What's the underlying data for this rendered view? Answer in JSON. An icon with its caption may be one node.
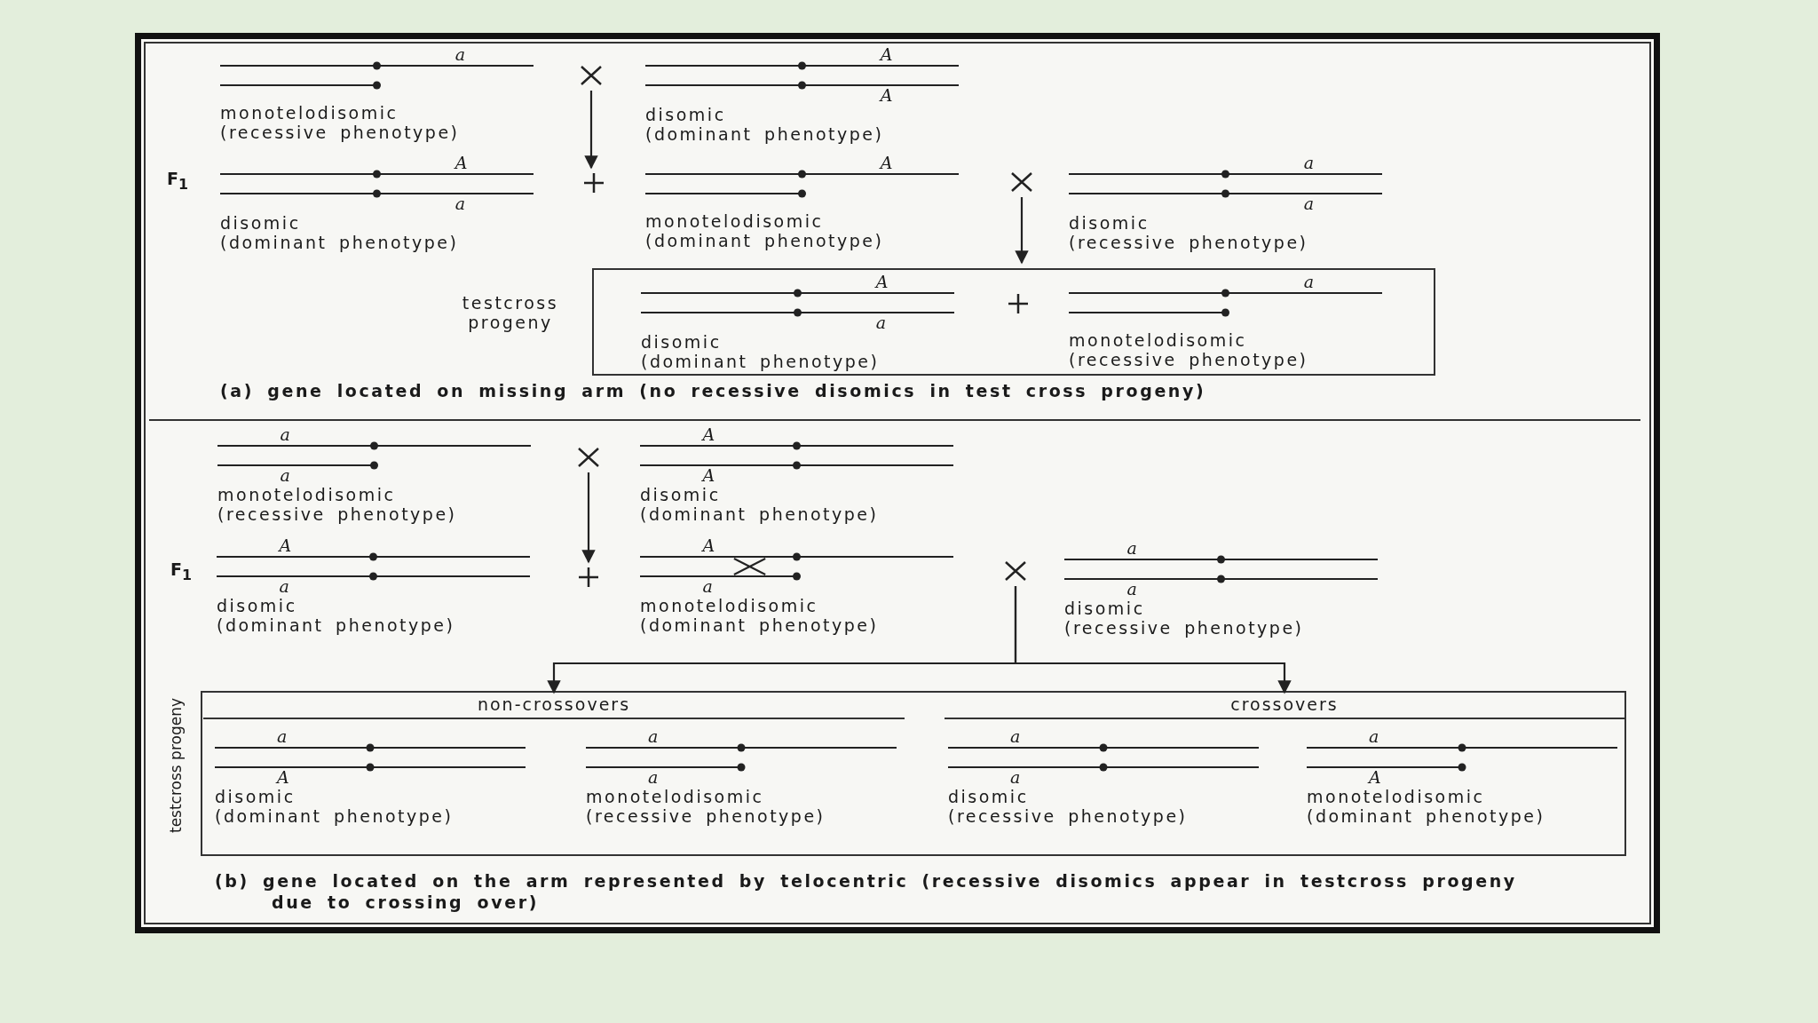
{
  "diagram": {
    "nodes": [
      {
        "text": [
          "a",
          "monotelodisomic (recessive phenotype)"
        ]
      },
      {
        "text": [],
        "shape": "cross"
      },
      {
        "text": [
          "A",
          "A",
          "disomic (dominant phenotype)"
        ]
      },
      {
        "text": [
          "A",
          "a",
          "disomic (dominant phenotype)"
        ]
      },
      {
        "text": [],
        "shape": "plus"
      },
      {
        "text": [
          "A",
          "monotelodisomic (dominant phenotype)"
        ]
      },
      {
        "text": [],
        "shape": "cross"
      },
      {
        "text": [
          "a",
          "a",
          "disomic (recessive phenotype)"
        ]
      },
      {
        "text": [
          "testcross progeny"
        ]
      },
      {
        "text": [
          "A",
          "a",
          "disomic (dominant phenotype)"
        ],
        "in": 8
      },
      {
        "text": [],
        "shape": "plus",
        "in": 8
      },
      {
        "text": [
          "a",
          "monotelodisomic (recessive phenotype)"
        ],
        "in": 8
      },
      {
        "text": [
          "a",
          "a",
          "monotelodisomic (recessive phenotype)"
        ]
      },
      {
        "text": [],
        "shape": "cross"
      },
      {
        "text": [
          "A",
          "A",
          "disomic (dominant phenotype)"
        ]
      },
      {
        "text": [
          "A",
          "a",
          "disomic (dominant phenotype)"
        ]
      },
      {
        "text": [],
        "shape": "plus"
      },
      {
        "text": [
          "A",
          "a",
          "monotelodisomic (dominant phenotype)"
        ]
      },
      {
        "text": [],
        "shape": "cross"
      },
      {
        "text": [
          "a",
          "a",
          "disomic (recessive phenotype)"
        ]
      },
      {
        "text": [
          "testcross progeny"
        ]
      },
      {
        "text": [
          "non-crossovers"
        ],
        "in": 20
      },
      {
        "text": [
          "a",
          "A",
          "disomic (dominant phenotype)"
        ],
        "in": 21
      },
      {
        "text": [
          "a",
          "a",
          "monotelodisomic (recessive phenotype)"
        ],
        "in": 21
      },
      {
        "text": [
          "crossovers"
        ],
        "in": 20
      },
      {
        "text": [
          "a",
          "a",
          "disomic (recessive phenotype)"
        ],
        "in": 24
      },
      {
        "text": [
          "a",
          "A",
          "monotelodisomic (dominant phenotype)"
        ],
        "in": 24
      }
    ],
    "edges": [
      {
        "from": 1,
        "to": 4,
        "arrow": "to"
      },
      {
        "from": 6,
        "to": 8,
        "arrow": "to"
      },
      {
        "from": 13,
        "to": 16,
        "arrow": "to"
      },
      {
        "from": 18,
        "to": 21,
        "arrow": "to"
      },
      {
        "from": 18,
        "to": 24,
        "arrow": "to"
      }
    ],
    "labels": [
      "F$_{1}$",
      "(a) gene located on missing arm (no recessive disomics in test cross progeny)",
      "F$_{1}$",
      "(b) gene located on the arm represented by telocentric (recessive disomics appear in testcross progeny due to crossing over)"
    ]
  }
}
